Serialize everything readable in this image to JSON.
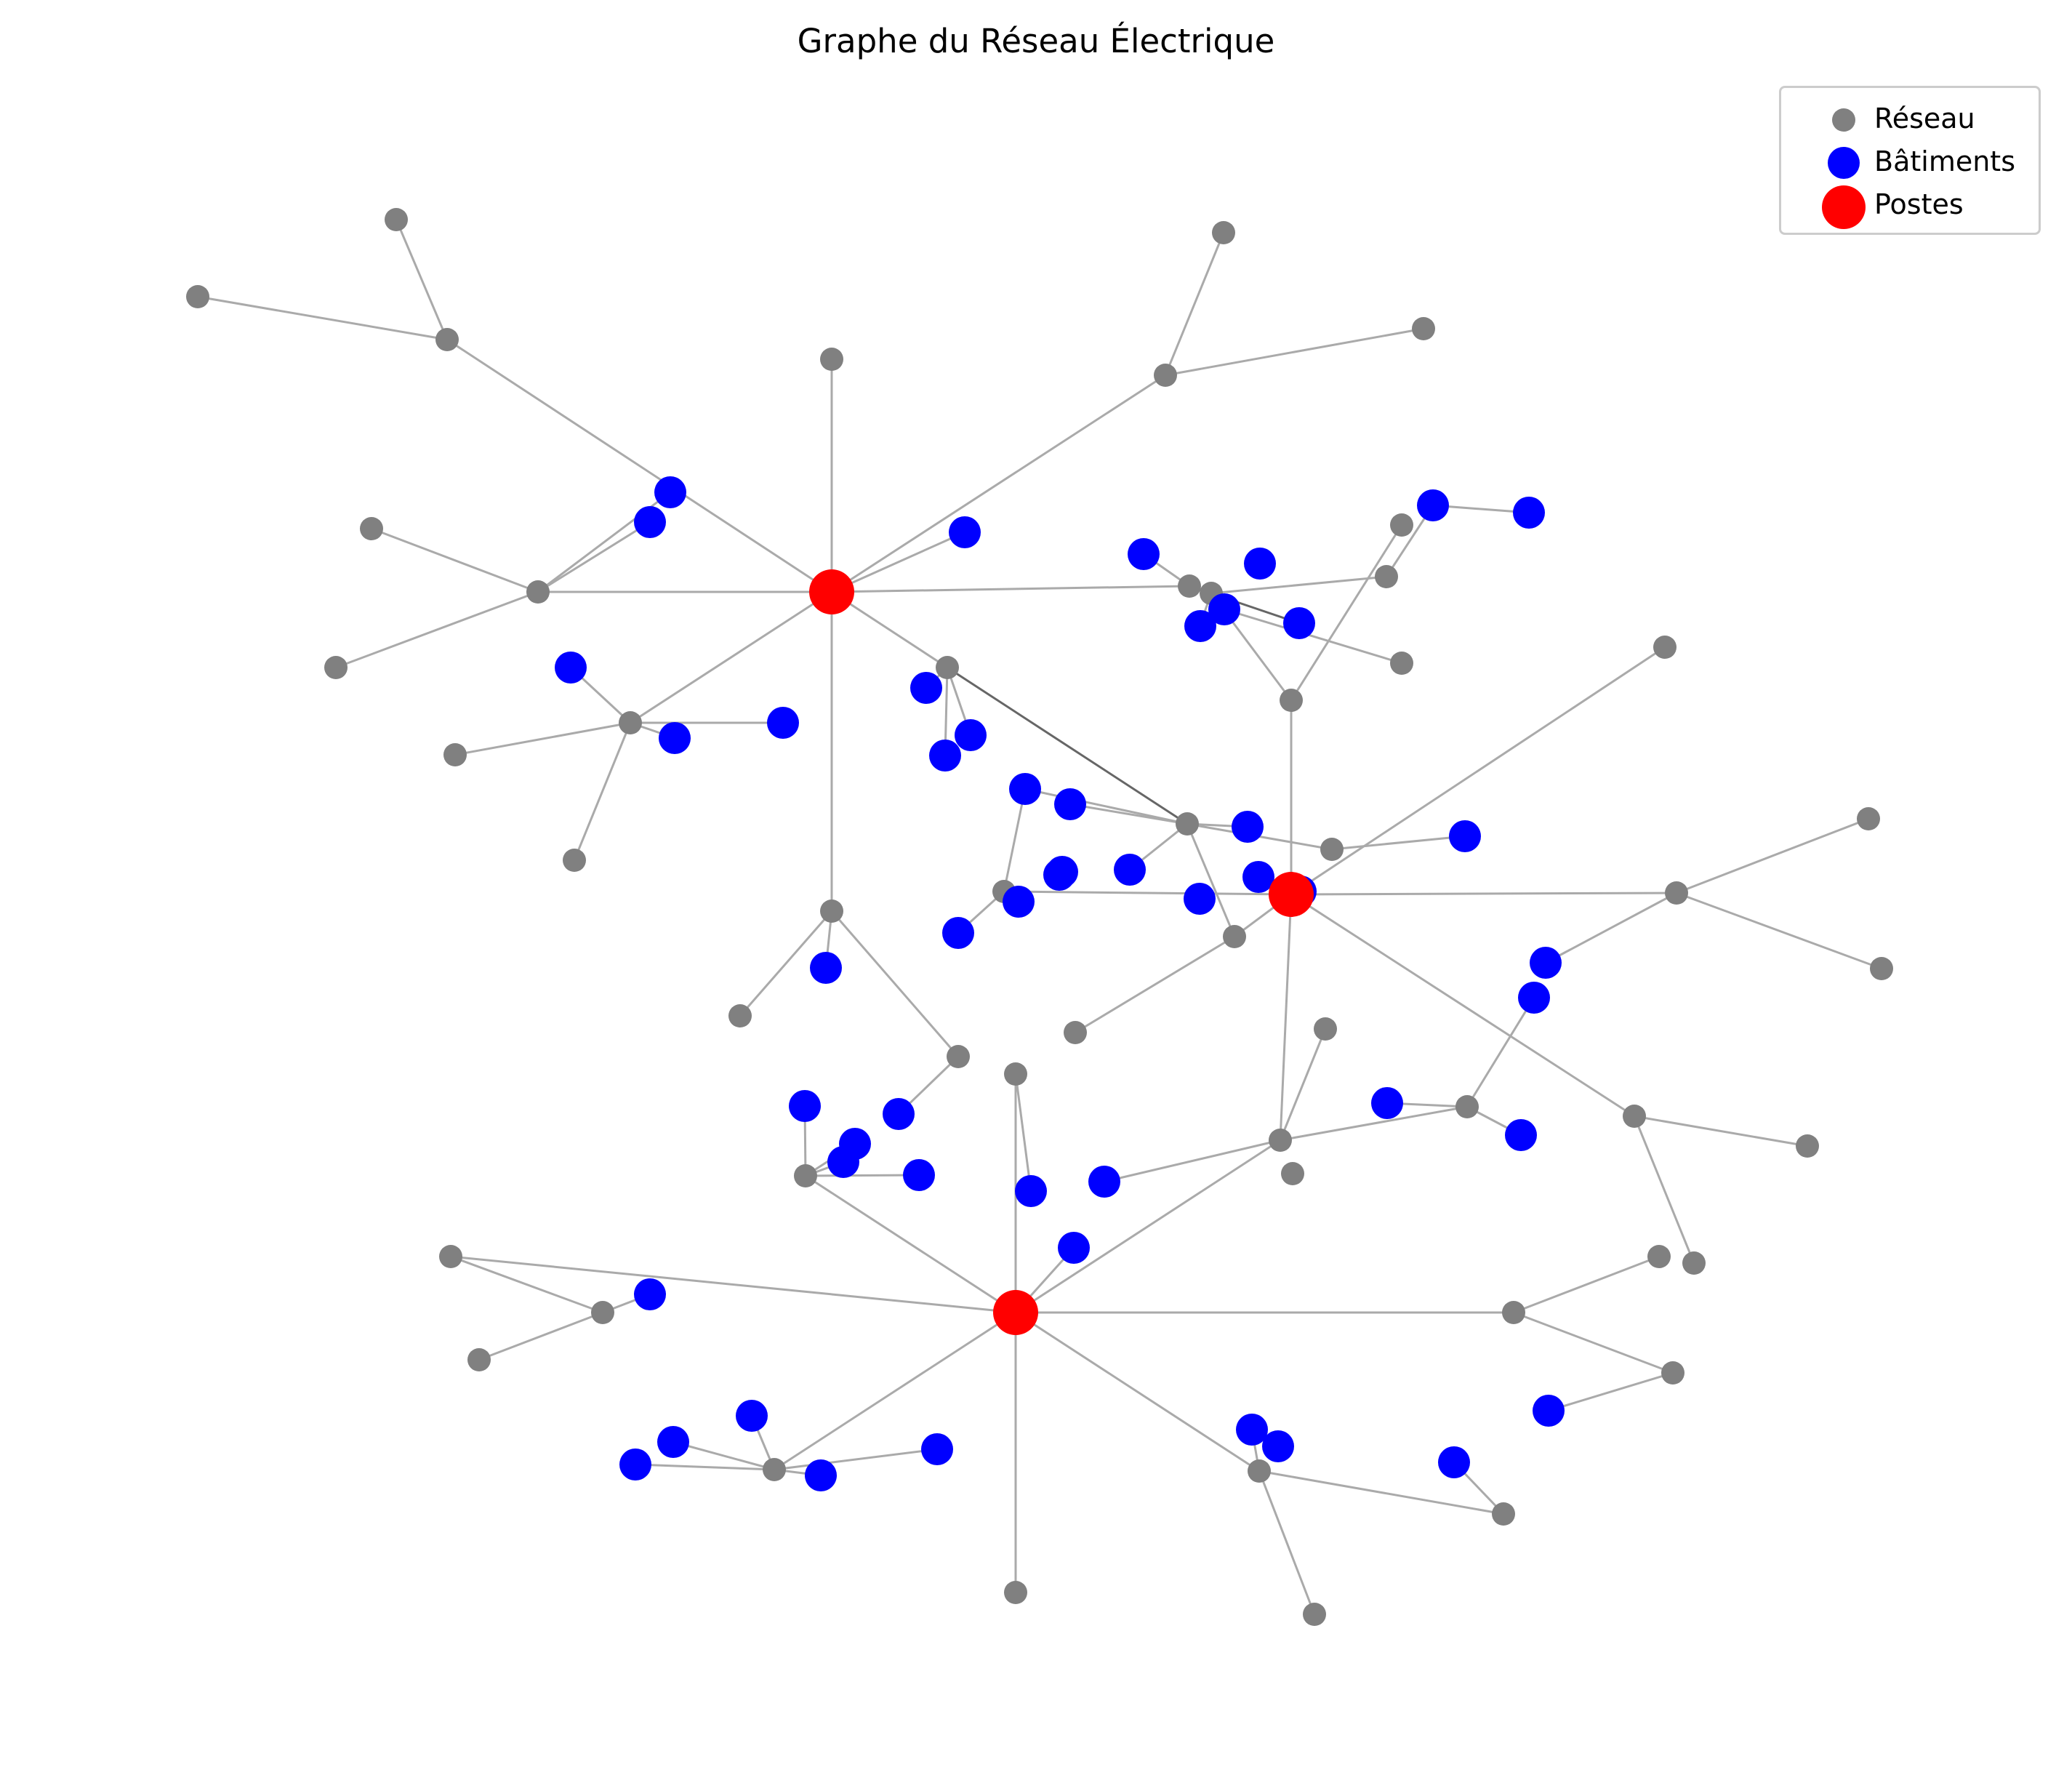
{
  "title": "Graphe du Réseau Électrique",
  "legend": {
    "network_label": "Réseau",
    "building_label": "Bâtiments",
    "substation_label": "Postes"
  },
  "colors": {
    "network": "#808080",
    "building": "#0000ff",
    "substation": "#ff0000",
    "edge": "#aaaaaa",
    "strong_edge": "#666666"
  },
  "graph": {
    "substations": [
      [
        1144,
        814
      ],
      [
        1776,
        1230
      ],
      [
        1397,
        1805
      ]
    ],
    "network_nodes": [
      [
        545,
        302
      ],
      [
        272,
        408
      ],
      [
        615,
        467
      ],
      [
        1683,
        320
      ],
      [
        1958,
        452
      ],
      [
        1603,
        516
      ],
      [
        1144,
        494
      ],
      [
        511,
        727
      ],
      [
        462,
        918
      ],
      [
        740,
        814
      ],
      [
        867,
        994
      ],
      [
        626,
        1038
      ],
      [
        790,
        1183
      ],
      [
        1303,
        918
      ],
      [
        1144,
        1253
      ],
      [
        1018,
        1397
      ],
      [
        1318,
        1453
      ],
      [
        1397,
        1477
      ],
      [
        1108,
        1617
      ],
      [
        620,
        1728
      ],
      [
        659,
        1870
      ],
      [
        1065,
        2021
      ],
      [
        1397,
        2190
      ],
      [
        2082,
        1805
      ],
      [
        2282,
        1728
      ],
      [
        2301,
        1888
      ],
      [
        1732,
        2023
      ],
      [
        1808,
        2220
      ],
      [
        2068,
        2082
      ],
      [
        1636,
        806
      ],
      [
        1666,
        816
      ],
      [
        1928,
        722
      ],
      [
        1907,
        793
      ],
      [
        1928,
        912
      ],
      [
        1776,
        963
      ],
      [
        2290,
        890
      ],
      [
        1633,
        1133
      ],
      [
        1832,
        1168
      ],
      [
        1381,
        1226
      ],
      [
        2306,
        1228
      ],
      [
        2570,
        1126
      ],
      [
        2588,
        1332
      ],
      [
        1698,
        1288
      ],
      [
        1479,
        1420
      ],
      [
        1761,
        1568
      ],
      [
        1823,
        1415
      ],
      [
        1778,
        1614
      ],
      [
        2018,
        1522
      ],
      [
        2248,
        1535
      ],
      [
        2486,
        1576
      ],
      [
        2330,
        1737
      ]
    ],
    "buildings": [
      [
        922,
        677
      ],
      [
        894,
        718
      ],
      [
        1327,
        732
      ],
      [
        785,
        918
      ],
      [
        928,
        1015
      ],
      [
        1077,
        994
      ],
      [
        1274,
        946
      ],
      [
        1335,
        1011
      ],
      [
        1300,
        1039
      ],
      [
        1410,
        1085
      ],
      [
        1472,
        1106
      ],
      [
        1461,
        1199
      ],
      [
        1457,
        1203
      ],
      [
        1401,
        1240
      ],
      [
        1136,
        1331
      ],
      [
        1318,
        1283
      ],
      [
        1554,
        1196
      ],
      [
        1716,
        1137
      ],
      [
        1731,
        1206
      ],
      [
        1789,
        1226
      ],
      [
        2015,
        1150
      ],
      [
        2126,
        1324
      ],
      [
        2110,
        1372
      ],
      [
        1573,
        762
      ],
      [
        1650,
        1236
      ],
      [
        1651,
        861
      ],
      [
        1684,
        838
      ],
      [
        1733,
        775
      ],
      [
        1787,
        857
      ],
      [
        1971,
        695
      ],
      [
        2103,
        705
      ],
      [
        1908,
        1517
      ],
      [
        2092,
        1561
      ],
      [
        1107,
        1521
      ],
      [
        1236,
        1532
      ],
      [
        1176,
        1573
      ],
      [
        1160,
        1598
      ],
      [
        1264,
        1616
      ],
      [
        1519,
        1625
      ],
      [
        1418,
        1638
      ],
      [
        1477,
        1716
      ],
      [
        894,
        1780
      ],
      [
        1034,
        1947
      ],
      [
        926,
        1983
      ],
      [
        874,
        2014
      ],
      [
        1129,
        2029
      ],
      [
        1289,
        1993
      ],
      [
        1722,
        1966
      ],
      [
        1758,
        1989
      ],
      [
        2000,
        2011
      ],
      [
        2130,
        1940
      ]
    ],
    "edges": [
      [
        [
          1144,
          814
        ],
        [
          1144,
          494
        ]
      ],
      [
        [
          1144,
          814
        ],
        [
          615,
          467
        ]
      ],
      [
        [
          1144,
          814
        ],
        [
          740,
          814
        ]
      ],
      [
        [
          1144,
          814
        ],
        [
          867,
          994
        ]
      ],
      [
        [
          1144,
          814
        ],
        [
          1144,
          1253
        ]
      ],
      [
        [
          1144,
          814
        ],
        [
          1603,
          516
        ]
      ],
      [
        [
          1144,
          814
        ],
        [
          1327,
          732
        ]
      ],
      [
        [
          1144,
          814
        ],
        [
          1636,
          806
        ]
      ],
      [
        [
          1144,
          814
        ],
        [
          1303,
          918
        ]
      ],
      [
        [
          615,
          467
        ],
        [
          545,
          302
        ]
      ],
      [
        [
          615,
          467
        ],
        [
          272,
          408
        ]
      ],
      [
        [
          740,
          814
        ],
        [
          511,
          727
        ]
      ],
      [
        [
          740,
          814
        ],
        [
          462,
          918
        ]
      ],
      [
        [
          740,
          814
        ],
        [
          922,
          677
        ]
      ],
      [
        [
          740,
          814
        ],
        [
          894,
          718
        ]
      ],
      [
        [
          867,
          994
        ],
        [
          785,
          918
        ]
      ],
      [
        [
          867,
          994
        ],
        [
          626,
          1038
        ]
      ],
      [
        [
          867,
          994
        ],
        [
          790,
          1183
        ]
      ],
      [
        [
          867,
          994
        ],
        [
          928,
          1015
        ]
      ],
      [
        [
          867,
          994
        ],
        [
          1077,
          994
        ]
      ],
      [
        [
          1603,
          516
        ],
        [
          1683,
          320
        ]
      ],
      [
        [
          1603,
          516
        ],
        [
          1958,
          452
        ]
      ],
      [
        [
          1144,
          1253
        ],
        [
          1018,
          1397
        ]
      ],
      [
        [
          1144,
          1253
        ],
        [
          1318,
          1453
        ]
      ],
      [
        [
          1144,
          1253
        ],
        [
          1136,
          1331
        ]
      ],
      [
        [
          1303,
          918
        ],
        [
          1274,
          946
        ]
      ],
      [
        [
          1303,
          918
        ],
        [
          1335,
          1011
        ]
      ],
      [
        [
          1303,
          918
        ],
        [
          1300,
          1039
        ]
      ],
      [
        [
          1303,
          918
        ],
        [
          1633,
          1133
        ]
      ],
      [
        [
          1636,
          806
        ],
        [
          1666,
          816
        ]
      ],
      [
        [
          1636,
          806
        ],
        [
          1573,
          762
        ]
      ],
      [
        [
          1666,
          816
        ],
        [
          1650,
          861
        ]
      ],
      [
        [
          1666,
          816
        ],
        [
          1907,
          793
        ]
      ],
      [
        [
          1666,
          816
        ],
        [
          1787,
          857
        ]
      ],
      [
        [
          1666,
          816
        ],
        [
          1776,
          963
        ]
      ],
      [
        [
          1907,
          793
        ],
        [
          1971,
          695
        ]
      ],
      [
        [
          1971,
          695
        ],
        [
          2103,
          705
        ]
      ],
      [
        [
          1684,
          838
        ],
        [
          1928,
          912
        ]
      ],
      [
        [
          1776,
          963
        ],
        [
          1928,
          722
        ]
      ],
      [
        [
          1776,
          963
        ],
        [
          1776,
          1230
        ]
      ],
      [
        [
          1776,
          1230
        ],
        [
          2290,
          890
        ]
      ],
      [
        [
          1776,
          1230
        ],
        [
          2306,
          1228
        ]
      ],
      [
        [
          1776,
          1230
        ],
        [
          1381,
          1226
        ]
      ],
      [
        [
          1776,
          1230
        ],
        [
          1698,
          1288
        ]
      ],
      [
        [
          1776,
          1230
        ],
        [
          1761,
          1568
        ]
      ],
      [
        [
          1776,
          1230
        ],
        [
          2248,
          1535
        ]
      ],
      [
        [
          1776,
          1230
        ],
        [
          1789,
          1226
        ]
      ],
      [
        [
          1633,
          1133
        ],
        [
          1410,
          1085
        ]
      ],
      [
        [
          1633,
          1133
        ],
        [
          1472,
          1106
        ]
      ],
      [
        [
          1633,
          1133
        ],
        [
          1554,
          1196
        ]
      ],
      [
        [
          1633,
          1133
        ],
        [
          1716,
          1137
        ]
      ],
      [
        [
          1633,
          1133
        ],
        [
          1698,
          1288
        ]
      ],
      [
        [
          1633,
          1133
        ],
        [
          1832,
          1168
        ]
      ],
      [
        [
          1832,
          1168
        ],
        [
          2015,
          1150
        ]
      ],
      [
        [
          1381,
          1226
        ],
        [
          1410,
          1085
        ]
      ],
      [
        [
          1381,
          1226
        ],
        [
          1318,
          1283
        ]
      ],
      [
        [
          1698,
          1288
        ],
        [
          1479,
          1420
        ]
      ],
      [
        [
          2306,
          1228
        ],
        [
          2570,
          1126
        ]
      ],
      [
        [
          2306,
          1228
        ],
        [
          2588,
          1332
        ]
      ],
      [
        [
          2306,
          1228
        ],
        [
          2126,
          1324
        ]
      ],
      [
        [
          2018,
          1522
        ],
        [
          2110,
          1372
        ]
      ],
      [
        [
          2018,
          1522
        ],
        [
          1908,
          1517
        ]
      ],
      [
        [
          2018,
          1522
        ],
        [
          2092,
          1561
        ]
      ],
      [
        [
          2018,
          1522
        ],
        [
          1761,
          1568
        ]
      ],
      [
        [
          1761,
          1568
        ],
        [
          1823,
          1415
        ]
      ],
      [
        [
          1761,
          1568
        ],
        [
          1519,
          1625
        ]
      ],
      [
        [
          2248,
          1535
        ],
        [
          2486,
          1576
        ]
      ],
      [
        [
          2248,
          1535
        ],
        [
          2330,
          1737
        ]
      ],
      [
        [
          1397,
          1805
        ],
        [
          1761,
          1568
        ]
      ],
      [
        [
          1397,
          1805
        ],
        [
          1397,
          1477
        ]
      ],
      [
        [
          1397,
          1805
        ],
        [
          1108,
          1617
        ]
      ],
      [
        [
          1397,
          1805
        ],
        [
          620,
          1728
        ]
      ],
      [
        [
          1397,
          1805
        ],
        [
          2082,
          1805
        ]
      ],
      [
        [
          1397,
          1805
        ],
        [
          1065,
          2021
        ]
      ],
      [
        [
          1397,
          1805
        ],
        [
          1397,
          2190
        ]
      ],
      [
        [
          1397,
          1805
        ],
        [
          1732,
          2023
        ]
      ],
      [
        [
          1397,
          1805
        ],
        [
          1477,
          1716
        ]
      ],
      [
        [
          1397,
          1477
        ],
        [
          1418,
          1638
        ]
      ],
      [
        [
          1108,
          1617
        ],
        [
          1107,
          1521
        ]
      ],
      [
        [
          1108,
          1617
        ],
        [
          1264,
          1616
        ]
      ],
      [
        [
          1108,
          1617
        ],
        [
          1176,
          1573
        ]
      ],
      [
        [
          1108,
          1617
        ],
        [
          1160,
          1598
        ]
      ],
      [
        [
          1318,
          1453
        ],
        [
          1236,
          1532
        ]
      ],
      [
        [
          620,
          1728
        ],
        [
          829,
          1805
        ]
      ],
      [
        [
          829,
          1805
        ],
        [
          659,
          1870
        ]
      ],
      [
        [
          829,
          1805
        ],
        [
          894,
          1780
        ]
      ],
      [
        [
          2082,
          1805
        ],
        [
          2282,
          1728
        ]
      ],
      [
        [
          2082,
          1805
        ],
        [
          2301,
          1888
        ]
      ],
      [
        [
          2301,
          1888
        ],
        [
          2130,
          1940
        ]
      ],
      [
        [
          1065,
          2021
        ],
        [
          1034,
          1947
        ]
      ],
      [
        [
          1065,
          2021
        ],
        [
          926,
          1983
        ]
      ],
      [
        [
          1065,
          2021
        ],
        [
          874,
          2014
        ]
      ],
      [
        [
          1065,
          2021
        ],
        [
          1129,
          2029
        ]
      ],
      [
        [
          1065,
          2021
        ],
        [
          1289,
          1993
        ]
      ],
      [
        [
          1732,
          2023
        ],
        [
          1722,
          1966
        ]
      ],
      [
        [
          1732,
          2023
        ],
        [
          1808,
          2220
        ]
      ],
      [
        [
          1732,
          2023
        ],
        [
          2068,
          2082
        ]
      ],
      [
        [
          2068,
          2082
        ],
        [
          2000,
          2011
        ]
      ]
    ],
    "extra_network_nodes": [
      [
        829,
        1805
      ]
    ],
    "strong_edges": [
      [
        [
          1303,
          918
        ],
        [
          1633,
          1133
        ]
      ],
      [
        [
          1666,
          816
        ],
        [
          1787,
          857
        ]
      ]
    ]
  }
}
